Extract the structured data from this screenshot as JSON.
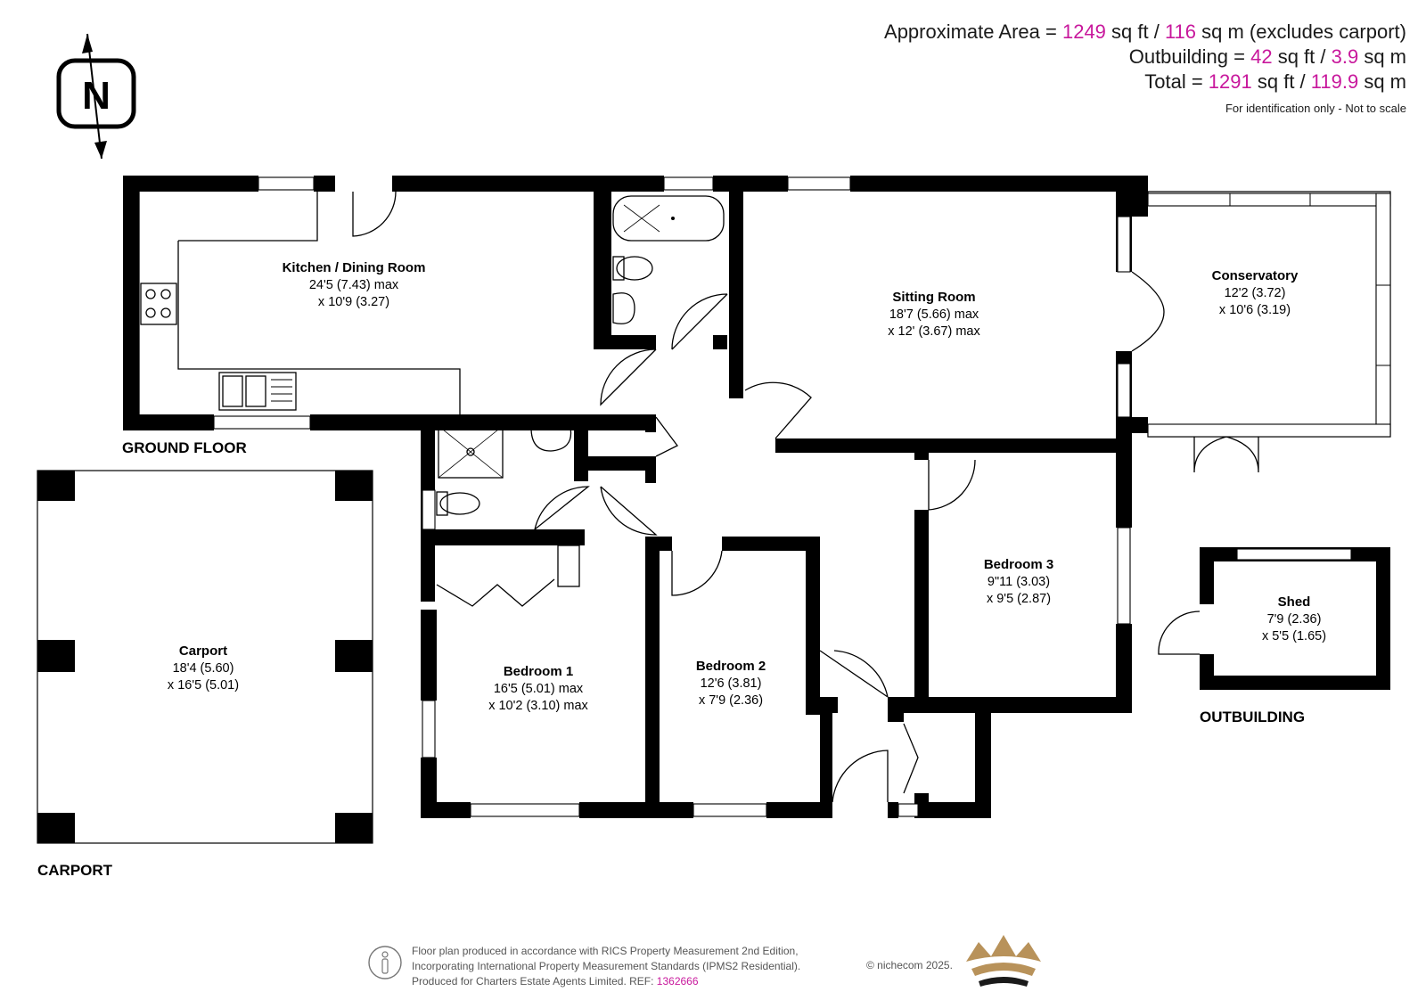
{
  "area": {
    "line1": {
      "prefix": "Approximate Area = ",
      "sqft": "1249",
      "mid": " sq ft / ",
      "sqm": "116",
      "suffix": " sq m (excludes carport)"
    },
    "line2": {
      "prefix": "Outbuilding = ",
      "sqft": "42",
      "mid": " sq ft / ",
      "sqm": "3.9",
      "suffix": " sq m"
    },
    "line3": {
      "prefix": "Total = ",
      "sqft": "1291",
      "mid": " sq ft / ",
      "sqm": "119.9",
      "suffix": " sq m"
    },
    "note": "For identification only - Not to scale"
  },
  "compass": {
    "letter": "N",
    "icon": "north-arrow-icon"
  },
  "sections": {
    "ground_floor": "GROUND FLOOR",
    "carport": "CARPORT",
    "outbuilding": "OUTBUILDING"
  },
  "rooms": {
    "kitchen": {
      "name": "Kitchen / Dining Room",
      "dim1": "24'5 (7.43)  max",
      "dim2": "x 10'9 (3.27)"
    },
    "sitting": {
      "name": "Sitting Room",
      "dim1": "18'7 (5.66) max",
      "dim2": "x 12' (3.67) max"
    },
    "conservatory": {
      "name": "Conservatory",
      "dim1": "12'2 (3.72)",
      "dim2": "x 10'6 (3.19)"
    },
    "bedroom1": {
      "name": "Bedroom 1",
      "dim1": "16'5 (5.01) max",
      "dim2": "x 10'2 (3.10) max"
    },
    "bedroom2": {
      "name": "Bedroom 2",
      "dim1": "12'6 (3.81)",
      "dim2": "x 7'9 (2.36)"
    },
    "bedroom3": {
      "name": "Bedroom 3",
      "dim1": "9\"11 (3.03)",
      "dim2": "x 9'5 (2.87)"
    },
    "carport": {
      "name": "Carport",
      "dim1": "18'4 (5.60)",
      "dim2": "x 16'5 (5.01)"
    },
    "shed": {
      "name": "Shed",
      "dim1": "7'9 (2.36)",
      "dim2": "x 5'5 (1.65)"
    }
  },
  "footer": {
    "line1": "Floor plan produced in accordance with RICS Property Measurement 2nd Edition,",
    "line2": "Incorporating International Property Measurement Standards (IPMS2 Residential).",
    "line3_prefix": "Produced for Charters Estate Agents Limited.   REF: ",
    "ref": "1362666",
    "copyright": "© nichecom 2025.",
    "rics_icon": "person-icon",
    "logo_icon": "crown-logo-icon"
  },
  "colors": {
    "highlight": "#c8189c",
    "wall": "#000000",
    "logo_gold": "#b8925a"
  }
}
